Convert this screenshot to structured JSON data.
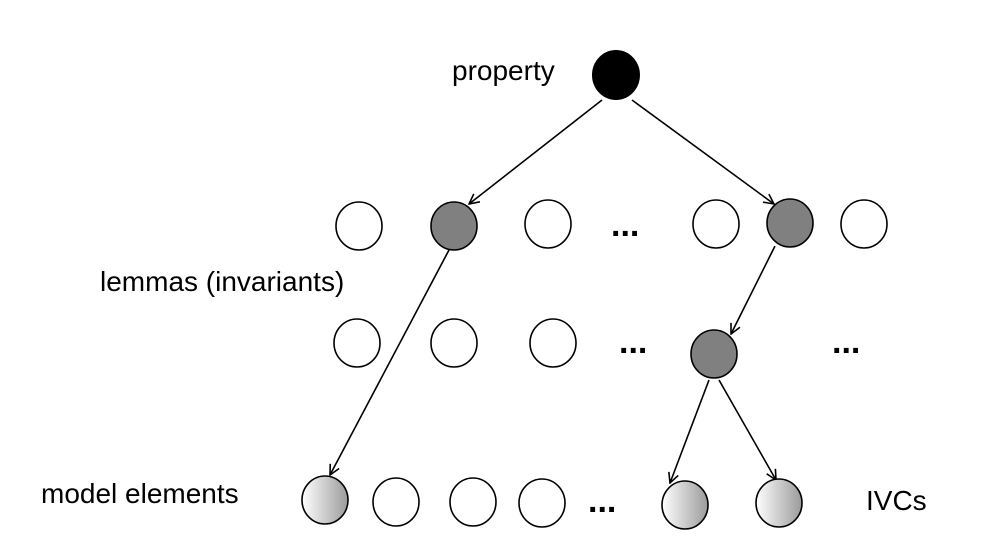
{
  "labels": {
    "property": "property",
    "lemmas": "lemmas (invariants)",
    "model_elements": "model elements",
    "ivcs": "IVCs"
  },
  "ellipsis": "...",
  "colors": {
    "stroke": "#000000",
    "property_fill": "#000000",
    "lemma_used_fill": "#808080",
    "empty_fill": "#ffffff",
    "ivc_gradient_start": "#ffffff",
    "ivc_gradient_end": "#9a9a9a"
  }
}
